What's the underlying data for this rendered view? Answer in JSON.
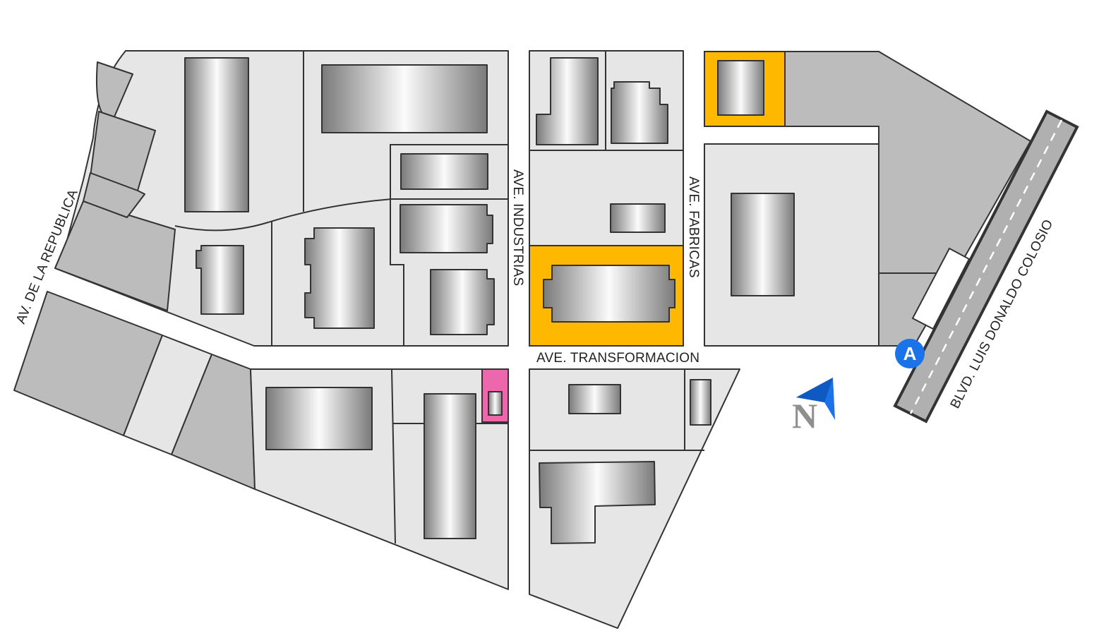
{
  "streets": {
    "republica": "AV. DE LA REPUBLICA",
    "industrias": "AVE. INDUSTRIAS",
    "fabricas": "AVE. FABRICAS",
    "transformacion": "AVE. TRANSFORMACION",
    "colosio": "BLVD. LUIS DONALDO COLOSIO"
  },
  "marker": {
    "label": "A",
    "color": "#1a73e8"
  },
  "compass": {
    "letter": "N",
    "arrow_color": "#1a73e8",
    "letter_color": "#8f8f8f"
  },
  "colors": {
    "lot": "#e6e6e6",
    "lot_dark": "#bcbcbc",
    "highlight_primary": "#ffb800",
    "highlight_secondary": "#ec67ab",
    "outline": "#333333"
  }
}
